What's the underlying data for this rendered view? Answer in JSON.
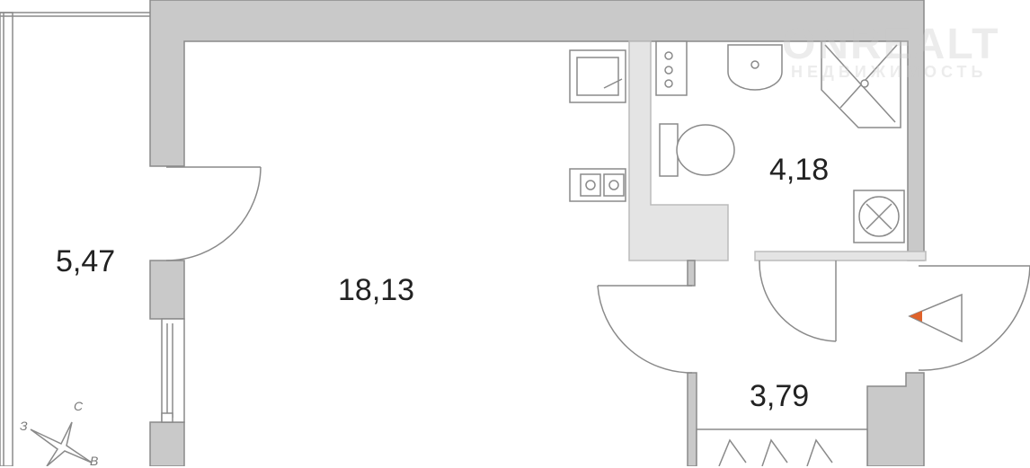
{
  "rooms": [
    {
      "name": "balcony",
      "area": "5,47"
    },
    {
      "name": "living-room",
      "area": "18,13"
    },
    {
      "name": "bathroom",
      "area": "4,18"
    },
    {
      "name": "hallway",
      "area": "3,79"
    }
  ],
  "compass": {
    "north": "С",
    "west": "З",
    "east": "В"
  },
  "watermark": {
    "brand": "ONREALT",
    "sub": "НЕДВИЖИМОСТЬ"
  },
  "colors": {
    "wall": "#c9c9c9",
    "entrance_marker": "#e0622a"
  }
}
